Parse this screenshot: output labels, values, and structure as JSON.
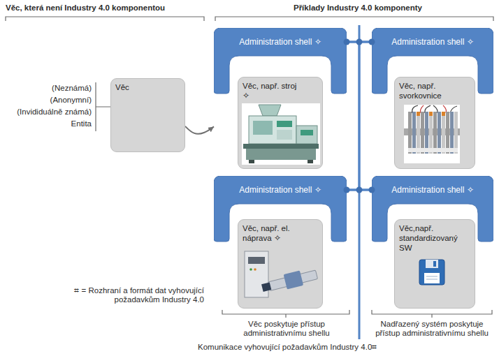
{
  "diagram": {
    "nodes": [
      {
        "text": [
          "Věc"
        ]
      },
      {
        "text": [
          "Administration shell ✧"
        ]
      },
      {
        "text": [
          "Věc, např. stroj ✧"
        ],
        "in": 1
      },
      {
        "text": [
          "Administration shell ✧"
        ]
      },
      {
        "text": [
          "Věc, např. svorkovnice"
        ],
        "in": 3
      },
      {
        "text": [
          "Administration shell ✧"
        ]
      },
      {
        "text": [
          "Věc, např. el. náprava ✧"
        ],
        "in": 5
      },
      {
        "text": [
          "Administration shell ✧"
        ]
      },
      {
        "text": [
          "Věc,např. standardizovaný SW"
        ],
        "in": 7
      }
    ],
    "edges": [
      {
        "from": 0,
        "to": 1,
        "arrow": "to"
      },
      {
        "from": 1,
        "to": 3,
        "arrow": "none"
      },
      {
        "from": 5,
        "to": 7,
        "arrow": "none"
      },
      {
        "from": 1,
        "to": 5,
        "arrow": "none"
      },
      {
        "from": 3,
        "to": 7,
        "arrow": "none"
      }
    ],
    "labels": [
      "Věc, která není Industry 4.0 komponentou",
      "Příklady Industry 4.0 komponenty",
      "(Neznámá)",
      "(Anonymní)",
      "(Invididuálně známá)",
      "Entita",
      "⌗ = Rozhraní a formát dat vyhovující požadavkům Industry 4.0",
      "Věc poskytuje přístup administrativnímu shellu",
      "Nadřazený systém poskytuje přístup administrativnímu shellu",
      "Komunikace vyhovující požadavkům Industry 4.0⌗"
    ]
  }
}
